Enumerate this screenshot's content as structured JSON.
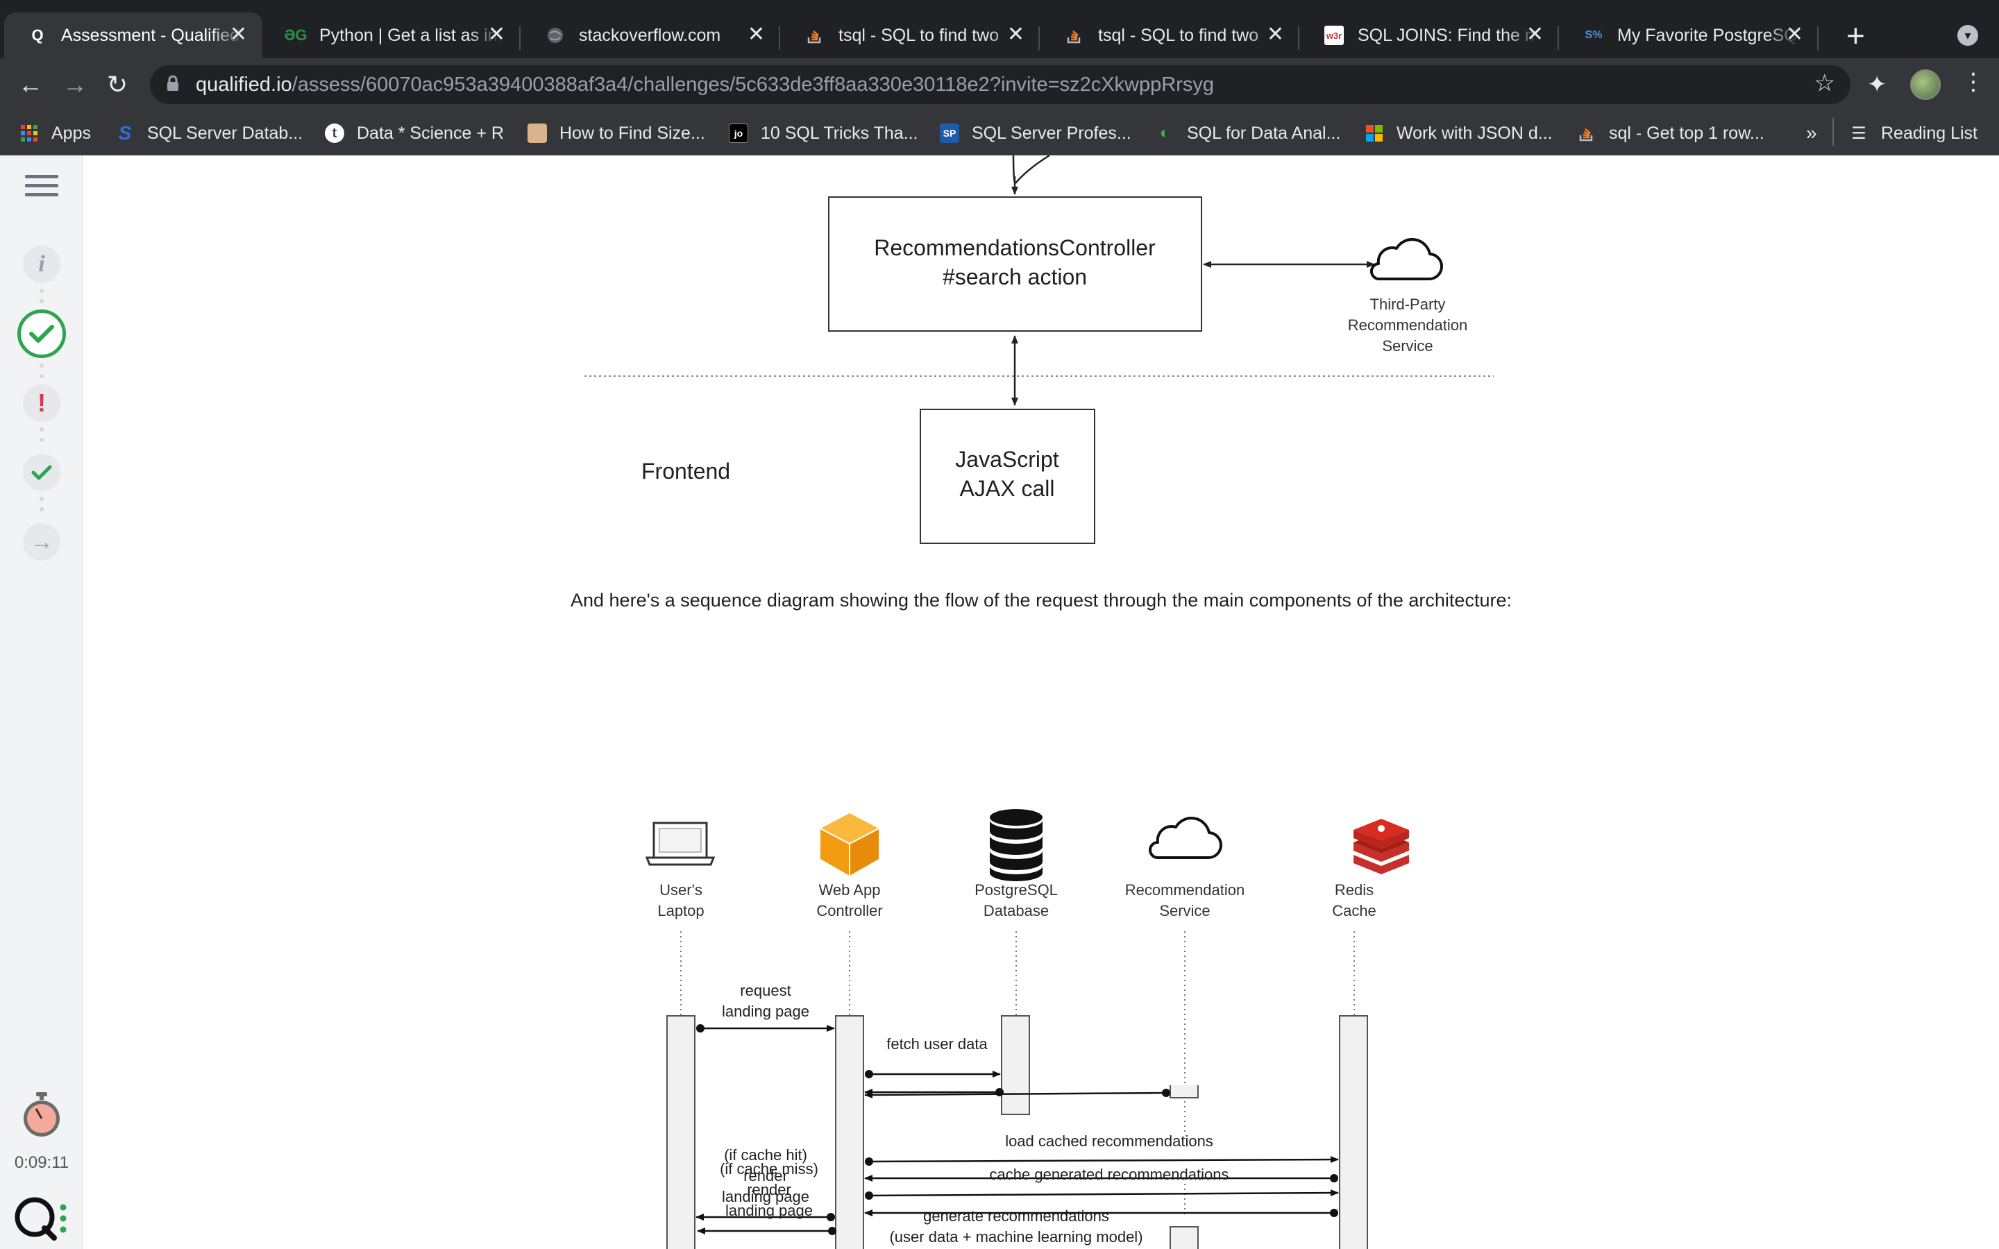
{
  "browser": {
    "tabs": [
      {
        "title": "Assessment - Qualified",
        "active": true,
        "favicon": "qualified-icon"
      },
      {
        "title": "Python | Get a list as input",
        "active": false,
        "favicon": "geeksforgeeks-icon"
      },
      {
        "title": "stackoverflow.com",
        "active": false,
        "favicon": "globe-icon"
      },
      {
        "title": "tsql - SQL to find two",
        "active": false,
        "favicon": "stackoverflow-icon"
      },
      {
        "title": "tsql - SQL to find two",
        "active": false,
        "favicon": "stackoverflow-icon"
      },
      {
        "title": "SQL JOINS: Find the n",
        "active": false,
        "favicon": "w3resource-icon"
      },
      {
        "title": "My Favorite PostgreSQL",
        "active": false,
        "favicon": "sqlshack-icon"
      }
    ],
    "url_host": "qualified.io",
    "url_path": "/assess/60070ac953a39400388af3a4/challenges/5c633de3ff8aa330e30118e2?invite=sz2cXkwppRrsyg",
    "bookmarks": [
      {
        "label": "Apps",
        "icon": "apps-grid-icon"
      },
      {
        "label": "SQL Server Datab...",
        "icon": "sql-server-icon"
      },
      {
        "label": "Data * Science + R",
        "icon": "tumblr-icon"
      },
      {
        "label": "How to Find Size...",
        "icon": "avatar-icon"
      },
      {
        "label": "10 SQL Tricks Tha...",
        "icon": "jooq-icon"
      },
      {
        "label": "SQL Server Profes...",
        "icon": "sql-server-pro-icon"
      },
      {
        "label": "SQL for Data Anal...",
        "icon": "mode-icon"
      },
      {
        "label": "Work with JSON d...",
        "icon": "microsoft-icon"
      },
      {
        "label": "sql - Get top 1 row...",
        "icon": "stackoverflow-icon"
      }
    ],
    "bookmarks_overflow": "»",
    "reading_list": "Reading List"
  },
  "rail": {
    "timer": "0:09:11",
    "colors": {
      "success": "#2ea44f",
      "error": "#d73a49",
      "muted": "#9aa0a6"
    }
  },
  "architecture": {
    "controller_line1": "RecommendationsController",
    "controller_line2": "#search action",
    "third_party_line1": "Third-Party",
    "third_party_line2": "Recommendation",
    "third_party_line3": "Service",
    "frontend_label": "Frontend",
    "js_line1": "JavaScript",
    "js_line2": "AJAX call"
  },
  "intro_text": "And here's a sequence diagram showing the flow of the request through the main components of the architecture:",
  "sequence": {
    "actors": [
      {
        "line1": "User's",
        "line2": "Laptop",
        "icon": "laptop-icon"
      },
      {
        "line1": "Web App",
        "line2": "Controller",
        "icon": "cube-icon"
      },
      {
        "line1": "PostgreSQL",
        "line2": "Database",
        "icon": "database-icon"
      },
      {
        "line1": "Recommendation",
        "line2": "Service",
        "icon": "cloud-icon"
      },
      {
        "line1": "Redis",
        "line2": "Cache",
        "icon": "redis-icon"
      }
    ],
    "msg_request": [
      "request",
      "landing page"
    ],
    "msg_fetch": "fetch user data",
    "msg_load_cached": "load cached recommendations",
    "msg_cache_hit": [
      "(if cache hit)",
      "render",
      "landing page"
    ],
    "msg_generate": [
      "generate recommendations",
      "(user data + machine learning model)"
    ],
    "msg_cache_miss": [
      "(if cache miss)",
      "render",
      "landing page"
    ],
    "msg_cache_generated": "cache generated recommendations"
  }
}
